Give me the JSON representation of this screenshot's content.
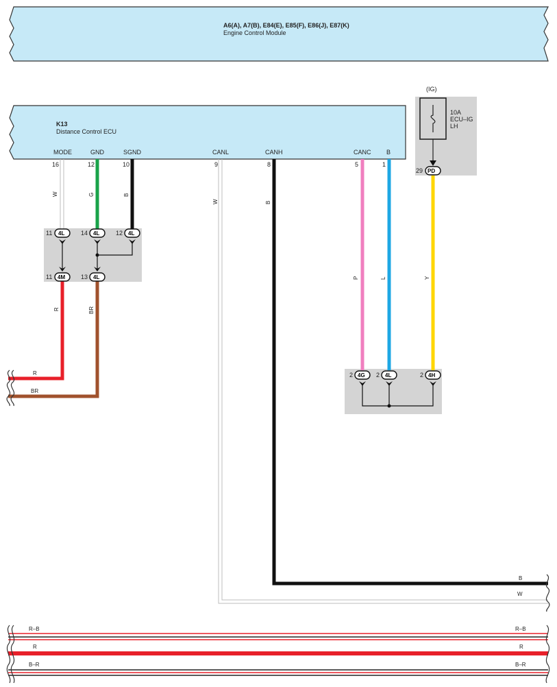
{
  "ecm": {
    "connectors": "A6(A), A7(B), E84(E), E85(F), E86(J), E87(K)",
    "name": "Engine Control Module"
  },
  "ecu": {
    "id": "K13",
    "name": "Distance Control ECU",
    "terminals": [
      {
        "name": "MODE",
        "pin": "16",
        "wire": "W"
      },
      {
        "name": "GND",
        "pin": "12",
        "wire": "G"
      },
      {
        "name": "SGND",
        "pin": "10",
        "wire": "B"
      },
      {
        "name": "CANL",
        "pin": "9",
        "wire": "W"
      },
      {
        "name": "CANH",
        "pin": "8",
        "wire": "B"
      },
      {
        "name": "CANC",
        "pin": "5",
        "wire": "P"
      },
      {
        "name": "B",
        "pin": "1",
        "wire": "L"
      }
    ]
  },
  "fuse": {
    "supply": "(IG)",
    "rating": "10A",
    "name_line1": "ECU–IG",
    "name_line2": "LH",
    "pin": "29",
    "connector": "PD",
    "wire": "Y"
  },
  "junction_left": {
    "top": [
      {
        "pin": "11",
        "connector": "4L"
      },
      {
        "pin": "14",
        "connector": "4L"
      },
      {
        "pin": "12",
        "connector": "4L"
      }
    ],
    "bottom": [
      {
        "pin": "11",
        "connector": "4M",
        "wire": "R"
      },
      {
        "pin": "13",
        "connector": "4L",
        "wire": "BR"
      }
    ]
  },
  "junction_right": [
    {
      "pin": "2",
      "connector": "4G"
    },
    {
      "pin": "2",
      "connector": "4L"
    },
    {
      "pin": "2",
      "connector": "4H"
    }
  ],
  "left_exits": [
    {
      "label": "R"
    },
    {
      "label": "BR"
    }
  ],
  "right_exits": [
    {
      "label": "B"
    },
    {
      "label": "W"
    }
  ],
  "bottom_buses": [
    {
      "left": "R–B",
      "right": "R–B"
    },
    {
      "left": "R",
      "right": "R"
    },
    {
      "left": "B–R",
      "right": "B–R"
    }
  ],
  "colors": {
    "ecu_fill": "#c6e9f7",
    "junction_fill": "#d4d4d4",
    "white_wire": "#c9c9c9",
    "green_wire": "#1aa34a",
    "black_wire": "#111111",
    "red_wire": "#e8202a",
    "brown_wire": "#a0522d",
    "pink_wire": "#f07fbf",
    "blue_wire": "#1ea7e4",
    "yellow_wire": "#ffd600"
  }
}
